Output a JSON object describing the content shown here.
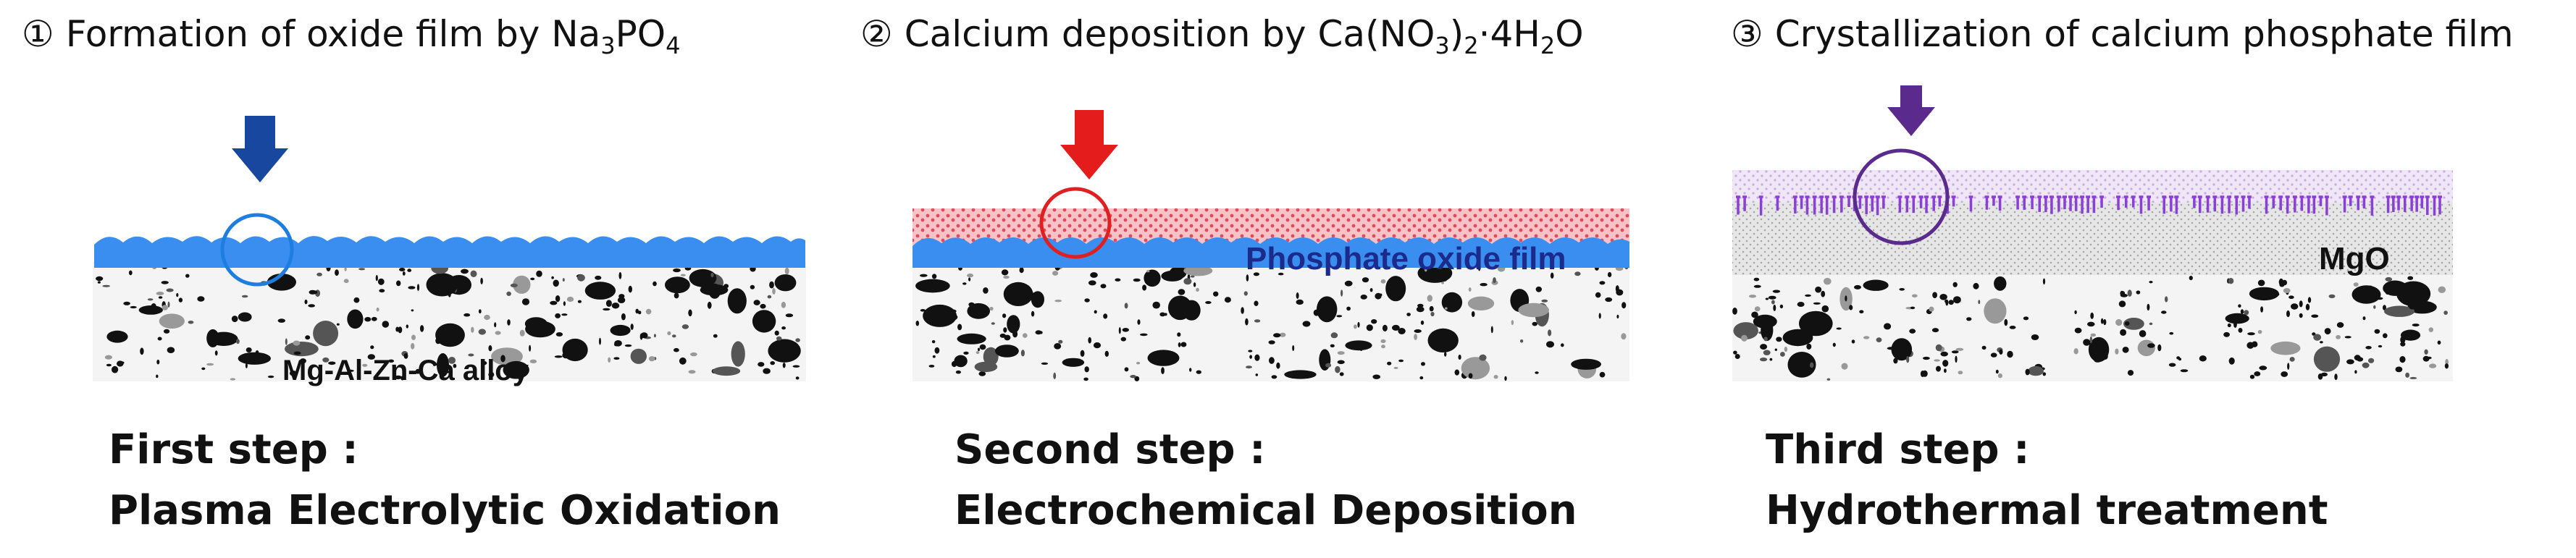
{
  "steps": [
    {
      "number": "①",
      "heading": {
        "prefix": "Formation of oxide film by Na",
        "sub1": "3",
        "mid": "PO",
        "sub2": "4"
      },
      "step_label": "First step :",
      "process": "Plasma Electrolytic Oxidation",
      "layer_label": "Mg-Al-Zn-Ca alloy",
      "arrow_color": "#17479e",
      "circle_color": "#1e7ee0"
    },
    {
      "number": "②",
      "heading": {
        "prefix": "Calcium deposition by Ca(NO",
        "sub1": "3",
        "mid": ")",
        "sub2": "2",
        "suffix_pre": "·4H",
        "sub3": "2",
        "suffix": "O"
      },
      "step_label": "Second step :",
      "process": "Electrochemical Deposition",
      "layer_label": "Phosphate oxide film",
      "arrow_color": "#e51c1c",
      "circle_color": "#e02020"
    },
    {
      "number": "③",
      "heading": {
        "text": "Crystallization of calcium phosphate film"
      },
      "step_label": "Third step :",
      "process": "Hydrothermal treatment",
      "layer_label": "MgO",
      "arrow_color": "#5a2b8c",
      "circle_color": "#5a2b8c"
    }
  ],
  "colors": {
    "oxide_film": "#3a8ef0",
    "deposit_pink": "#f3a6ad",
    "deposit_dot": "#e84b5d",
    "crystal": "#8a3fd6",
    "mgo_gray": "#d9d9d9",
    "alloy_bg": "#f2f2f2",
    "alloy_particle": "#111111"
  }
}
